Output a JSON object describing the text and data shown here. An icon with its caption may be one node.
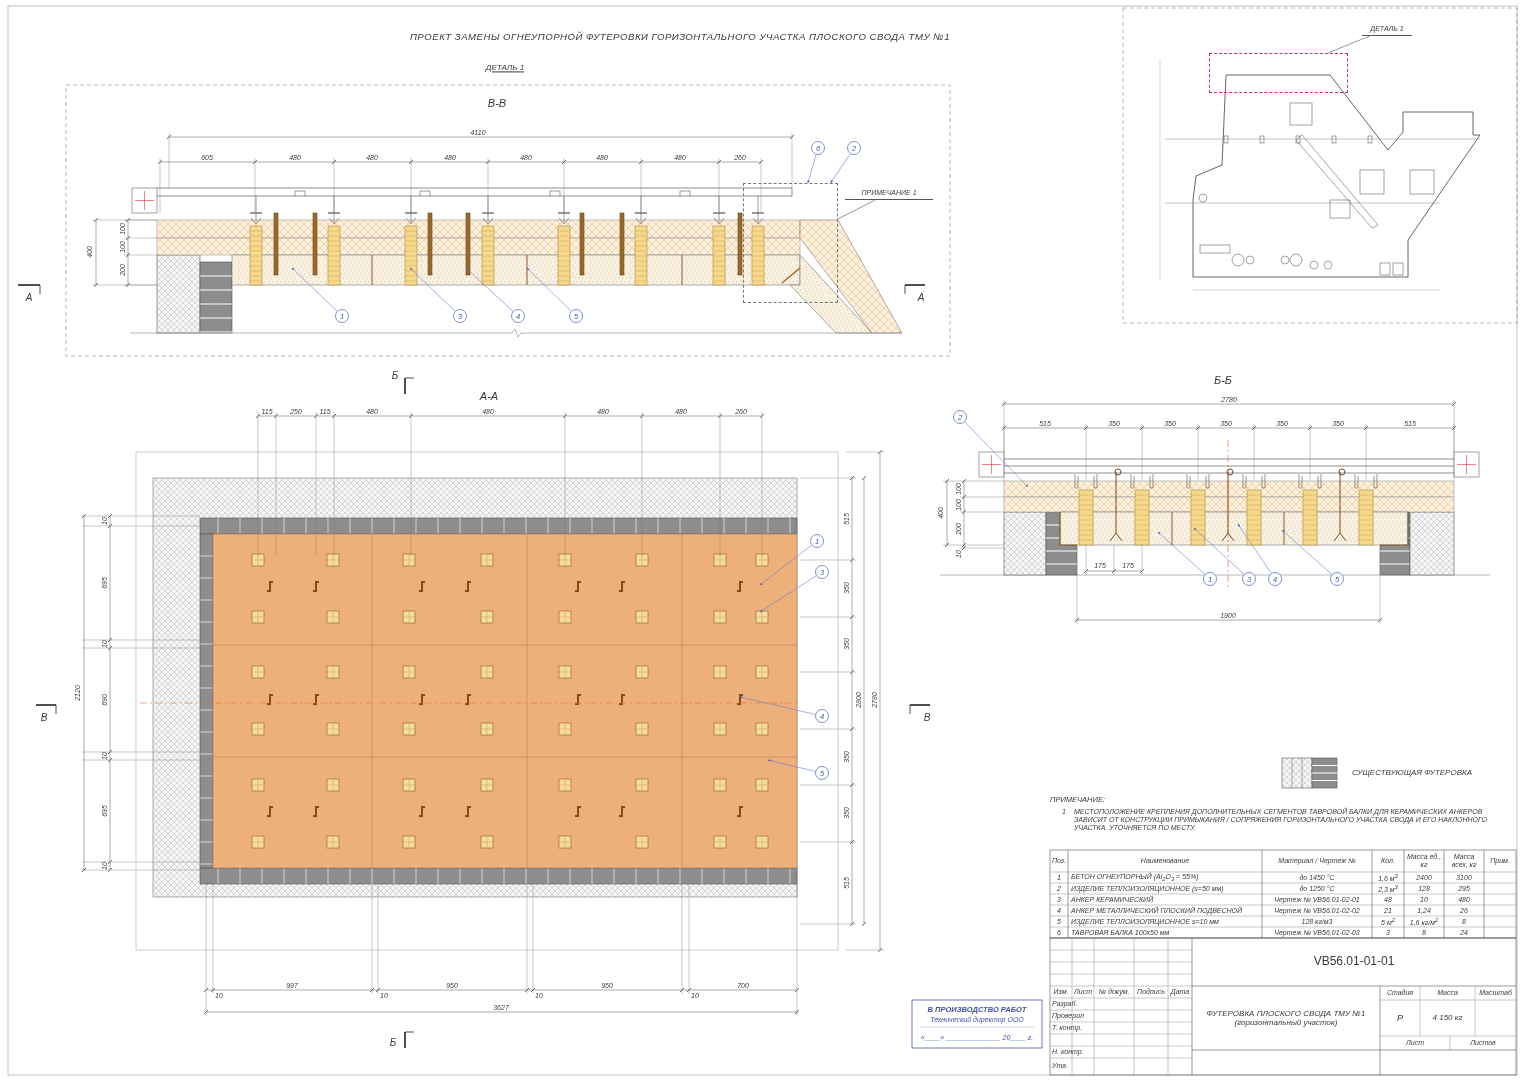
{
  "diagram": {
    "title": "ПРОЕКТ ЗАМЕНЫ ОГНЕУПОРНОЙ ФУТЕРОВКИ ГОРИЗОНТАЛЬНОГО УЧАСТКА ПЛОСКОГО СВОДА ТМУ №1",
    "nodes": [
      {
        "text": [
          "ПРИМЕЧАНИЕ 1"
        ]
      },
      {
        "text": [],
        "shape": "box"
      },
      {
        "text": [
          "ДЕТАЛЬ 1"
        ]
      },
      {
        "text": [],
        "shape": "box"
      },
      {
        "text": [
          "6"
        ]
      },
      {
        "text": [
          "2"
        ]
      },
      {
        "text": [
          "1"
        ]
      },
      {
        "text": [
          "3"
        ]
      },
      {
        "text": [
          "4"
        ]
      },
      {
        "text": [
          "5"
        ]
      },
      {
        "text": [
          "1"
        ]
      },
      {
        "text": [
          "3"
        ]
      },
      {
        "text": [
          "4"
        ]
      },
      {
        "text": [
          "5"
        ]
      },
      {
        "text": [
          "2"
        ]
      },
      {
        "text": [
          "1"
        ]
      },
      {
        "text": [
          "3"
        ]
      },
      {
        "text": [
          "4"
        ]
      },
      {
        "text": [
          "5"
        ]
      }
    ],
    "edges": [
      {
        "from": 0,
        "to": 1,
        "arrow": "none",
        "color": "#555555"
      },
      {
        "from": 2,
        "to": 3,
        "arrow": "none",
        "color": "#555555"
      },
      {
        "from": 4,
        "to": 1,
        "arrow": "to"
      },
      {
        "from": 5,
        "to": 1,
        "arrow": "to"
      },
      {
        "from": 6,
        "to": null,
        "arrow": "to"
      },
      {
        "from": 7,
        "to": null,
        "arrow": "to"
      },
      {
        "from": 8,
        "to": null,
        "arrow": "to"
      },
      {
        "from": 9,
        "to": null,
        "arrow": "to"
      },
      {
        "from": 10,
        "to": null,
        "arrow": "to"
      },
      {
        "from": 11,
        "to": null,
        "arrow": "to"
      },
      {
        "from": 12,
        "to": null,
        "arrow": "to"
      },
      {
        "from": 13,
        "to": null,
        "arrow": "to"
      },
      {
        "from": 14,
        "to": null,
        "arrow": "to"
      },
      {
        "from": 15,
        "to": null,
        "arrow": "to"
      },
      {
        "from": 16,
        "to": null,
        "arrow": "to"
      },
      {
        "from": 17,
        "to": null,
        "arrow": "to"
      },
      {
        "from": 18,
        "to": null,
        "arrow": "to"
      }
    ],
    "labels": [
      "ДЕТАЛЬ 1",
      "В-В",
      "4110",
      "605",
      "480",
      "480",
      "480",
      "480",
      "480",
      "480",
      "260",
      "400",
      "100",
      "100",
      "200",
      "А",
      "А",
      "Б",
      "А-А",
      "115",
      "250",
      "115",
      "480",
      "480",
      "480",
      "480",
      "260",
      "10",
      "695",
      "10",
      "690",
      "10",
      "695",
      "10",
      "2120",
      "515",
      "350",
      "350",
      "2800",
      "350",
      "350",
      "515",
      "2780",
      "В",
      "В",
      "997",
      "950",
      "950",
      "700",
      "10",
      "10",
      "10",
      "10",
      "3627",
      "Б",
      "Б-Б",
      "2780",
      "515",
      "350",
      "350",
      "350",
      "350",
      "350",
      "515",
      "400",
      "100",
      "100",
      "200",
      "10",
      "175",
      "175",
      "1900",
      "ПРИМЕЧАНИЕ:",
      "1",
      "МЕСТОПОЛОЖЕНИЕ КРЕПЛЕНИЯ ДОПОЛНИТЕЛЬНЫХ СЕГМЕНТОВ ТАВРОВОЙ БАЛКИ ДЛЯ КЕРАМИЧЕСКИХ АНКЕРОВ ЗАВИСИТ ОТ КОНСТРУКЦИИ ПРИМЫКАНИЯ / СОПРЯЖЕНИЯ ГОРИЗОНТАЛЬНОГО УЧАСТКА СВОДА И ЕГО НАКЛОННОГО УЧАСТКА. УТОЧНЯЕТСЯ ПО МЕСТУ.",
      "Поз.",
      "Наименование",
      "Материал / Чертеж №",
      "Кол.",
      "Масса ед., кг",
      "Масса всех, кг",
      "Прим.",
      "1",
      "БЕТОН ОГНЕУПОРНЫЙ (Al$_{2}$O$_{3}$ = 55%)",
      "до 1450 °С",
      "1,6 м$^{3}$",
      "2400",
      "3100",
      "2",
      "ИЗДЕЛИЕ ТЕПЛОИЗОЛЯЦИОННОЕ (s=50 мм)",
      "до 1250 °С",
      "2,3 м$^{3}$",
      "128",
      "295",
      "3",
      "АНКЕР КЕРАМИЧЕСКИЙ",
      "Чертеж № VB56.01-02-01",
      "48",
      "10",
      "480",
      "4",
      "АНКЕР МЕТАЛЛИЧЕСКИЙ ПЛОСКИЙ ПОДВЕСНОЙ",
      "Чертеж № VB56.01-02-02",
      "21",
      "1,24",
      "26",
      "5",
      "ИЗДЕЛИЕ ТЕПЛОИЗОЛЯЦИОННОЕ s=10 мм",
      "128 кг/м3",
      "5 м$^{2}$",
      "1,6 кг/м$^{2}$",
      "8",
      "6",
      "ТАВРОВАЯ БАЛКА 100х50 мм",
      "Чертеж № VB56.01-02-03",
      "3",
      "8",
      "24",
      "VB56.01-01-01",
      "Изм.",
      "Лист",
      "№ докум.",
      "Подпись",
      "Дата",
      "Разраб.",
      "Проверил",
      "Т. контр.",
      "Н. контр.",
      "Утв.",
      "ФУТЕРОВКА ПЛОСКОГО СВОДА ТМУ №1 (горизонтальный участок)",
      "Стадия",
      "Масса",
      "Масштаб",
      "Р",
      "4 150 кг",
      "Лист",
      "Листов",
      "В ПРОИЗВОДСТВО РАБОТ",
      "Технический директор ООО",
      "«____» ______________ 20____ г."
    ],
    "legend": [
      {
        "text": "СУЩЕСТВУЮЩАЯ ФУТЕРОВКА"
      }
    ]
  }
}
